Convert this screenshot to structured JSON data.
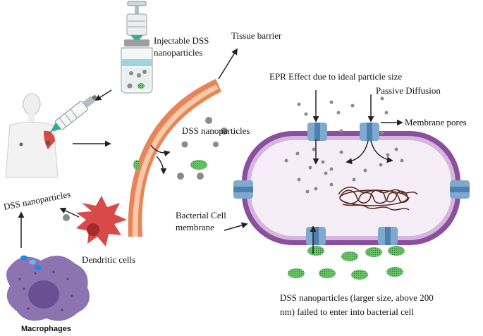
{
  "labels": {
    "injectable_line1": "Injectable DSS",
    "injectable_line2": "nanoparticles",
    "tissue_barrier": "Tissue barrier",
    "epr_effect": "EPR Effect due to ideal particle size",
    "passive_diffusion": "Passive Diffusion",
    "membrane_pores": "Membrane pores",
    "dss_nano_mid": "DSS nanoparticles",
    "dss_nano_left": "DSS nanoparticles",
    "bacterial_line1": "Bacterial Cell",
    "bacterial_line2": "membrane",
    "dendritic": "Dendritic cells",
    "macrophages": "Macrophages",
    "failed_line1": "DSS nanoparticles (larger size, above 200",
    "failed_line2": "nm) failed to enter into bacterial cell"
  },
  "colors": {
    "tissue_outer": "#e8845a",
    "tissue_inner": "#f7c9a8",
    "cell_wall": "#8a4f9e",
    "cell_fill": "#f6eef6",
    "porin": "#7fa9cf",
    "porin_dark": "#4f7fae",
    "small_particle": "#8a8a8a",
    "large_particle": "#5cb85c",
    "dendritic": "#d84a4a",
    "macrophage": "#8c74b0",
    "dna": "#5a2a1f",
    "syringe_tip": "#2fae8f"
  },
  "icons": [
    "syringe-vial-icon",
    "human-body-icon",
    "syringe-icon",
    "dendritic-cell-icon",
    "macrophage-icon",
    "bacterial-cell-icon",
    "porin-channel-icon",
    "dna-coil-icon"
  ]
}
